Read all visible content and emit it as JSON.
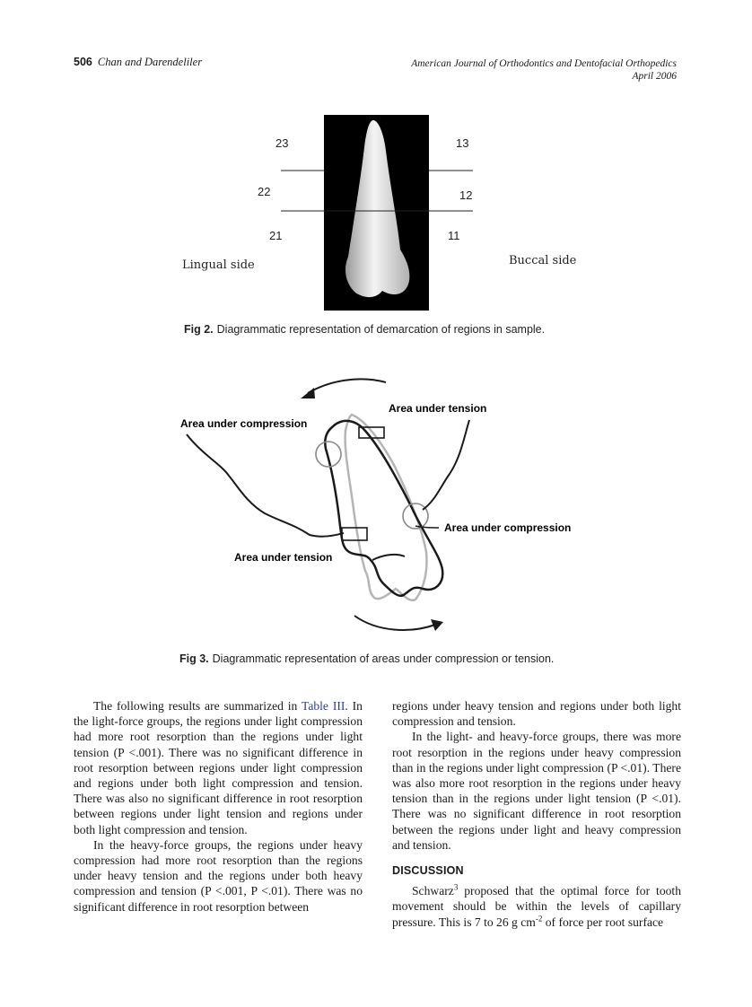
{
  "header": {
    "page_number": "506",
    "authors": "Chan and Darendeliler",
    "journal": "American Journal of Orthodontics and Dentofacial Orthopedics",
    "date": "April 2006"
  },
  "fig2": {
    "labels": {
      "r23": "23",
      "r22": "22",
      "r21": "21",
      "r13": "13",
      "r12": "12",
      "r11": "11",
      "lingual": "Lingual side",
      "buccal": "Buccal side"
    },
    "caption_label": "Fig 2.",
    "caption_text": "Diagrammatic representation of demarcation of regions in sample."
  },
  "fig3": {
    "labels": {
      "compression_top": "Area under compression",
      "tension_top": "Area under tension",
      "compression_right": "Area under compression",
      "tension_bottom": "Area under tension"
    },
    "caption_label": "Fig 3.",
    "caption_text": "Diagrammatic representation of areas under compression or tension."
  },
  "body": {
    "left": {
      "p1_a": "The following results are summarized in ",
      "p1_link": "Table III",
      "p1_b": ". In the light-force groups, the regions under light compression had more root resorption than the regions under light tension (P <.001). There was no significant difference in root resorption between regions under light compression and regions under both light compression and tension. There was also no significant difference in root resorption between regions under light tension and regions under both light compression and tension.",
      "p2": "In the heavy-force groups, the regions under heavy compression had more root resorption than the regions under heavy tension and the regions under both heavy compression and tension (P <.001, P <.01). There was no significant difference in root resorption between"
    },
    "right": {
      "p1": "regions under heavy tension and regions under both light compression and tension.",
      "p2": "In the light- and heavy-force groups, there was more root resorption in the regions under heavy compression than in the regions under light compression (P <.01). There was also more root resorption in the regions under heavy tension than in the regions under light tension (P <.01). There was no significant difference in root resorption between the regions under light and heavy compression and tension.",
      "heading": "DISCUSSION",
      "p3_a": "Schwarz",
      "p3_sup": "3",
      "p3_b": " proposed that the optimal force for tooth movement should be within the levels of capillary pressure. This is 7 to 26 g cm",
      "p3_sup2": "-2",
      "p3_c": " of force per root surface"
    }
  }
}
